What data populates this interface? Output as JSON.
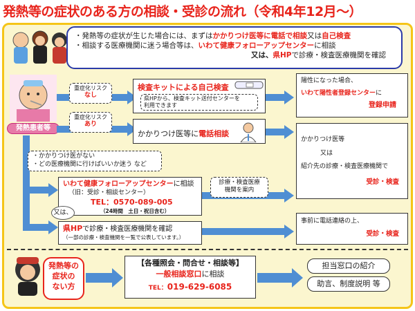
{
  "title": "発熱等の症状のある方の相談・受診の流れ（令和4年12月～）",
  "intro": {
    "line1_a": "・発熱等の症状が生じた場合には、まずは",
    "line1_b": "かかりつけ医等に電話で相談",
    "line1_c": "又は",
    "line1_d": "自己検査",
    "line2_a": "・相談する医療機関に迷う場合等は、",
    "line2_b": "いわて健康フォローアップセンター",
    "line2_c": "に相談",
    "line3_a": "又は、",
    "line3_b": "県HP",
    "line3_c": "で診療・検査医療機関を確認"
  },
  "patient_label": "発熱患者等",
  "risk_low": {
    "line1": "重症化リスク",
    "line2": "なし"
  },
  "risk_high": {
    "line1": "重症化リスク",
    "line2": "あり"
  },
  "self_test": {
    "title": "検査キットによる自己検査",
    "note1": "県HPから、検査キット送付センターを",
    "note2": "利用できます"
  },
  "phone_consult": {
    "text_a": "かかりつけ医等に",
    "text_b": "電話相談"
  },
  "positive": {
    "line1": "陽性になった場合、",
    "line2_a": "いわて陽性者登録センター",
    "line2_b": "に",
    "line3": "登録申請"
  },
  "clinic_result": {
    "line1": "かかりつけ医等",
    "line2": "又は",
    "line3": "紹介先の診療・検査医療機関で",
    "line4": "受診・検査"
  },
  "no_doctor": {
    "line1": "・かかりつけ医がない",
    "line2": "・どの医療機関に行けばいいか迷う など"
  },
  "followup": {
    "name": "いわて健康フォローアップセンター",
    "suffix": "に相談",
    "old": "（旧：受診・相談センター）",
    "tel": "TEL：0570-089-005",
    "hours": "（24時間　土日・祝日含む）"
  },
  "guide": {
    "line1": "診療・検査医療",
    "line2": "機関を案内"
  },
  "or_label": "又は、",
  "hp_check": {
    "name": "県HP",
    "text": "で診療・検査医療機関を確認",
    "note": "（一部の診療・検査機関を一覧で公表しています。）"
  },
  "call_ahead": {
    "line1": "事前に電話連絡の上、",
    "line2": "受診・検査"
  },
  "no_symptom_label": {
    "line1": "発熱等の",
    "line2": "症状の",
    "line3": "ない方"
  },
  "general_desk": {
    "heading": "【各種照会・問合せ・相談等】",
    "name": "一般相談窓口",
    "suffix": "に相談",
    "tel_label": "TEL：",
    "tel_number": "019-629-6085"
  },
  "referral": "担当窓口の紹介",
  "advice": "助言、制度説明 等",
  "colors": {
    "accent_red": "#e8241c",
    "arrow_blue": "#4f8ed3",
    "frame_yellow": "#f5c518",
    "intro_border": "#2a3aa8"
  }
}
